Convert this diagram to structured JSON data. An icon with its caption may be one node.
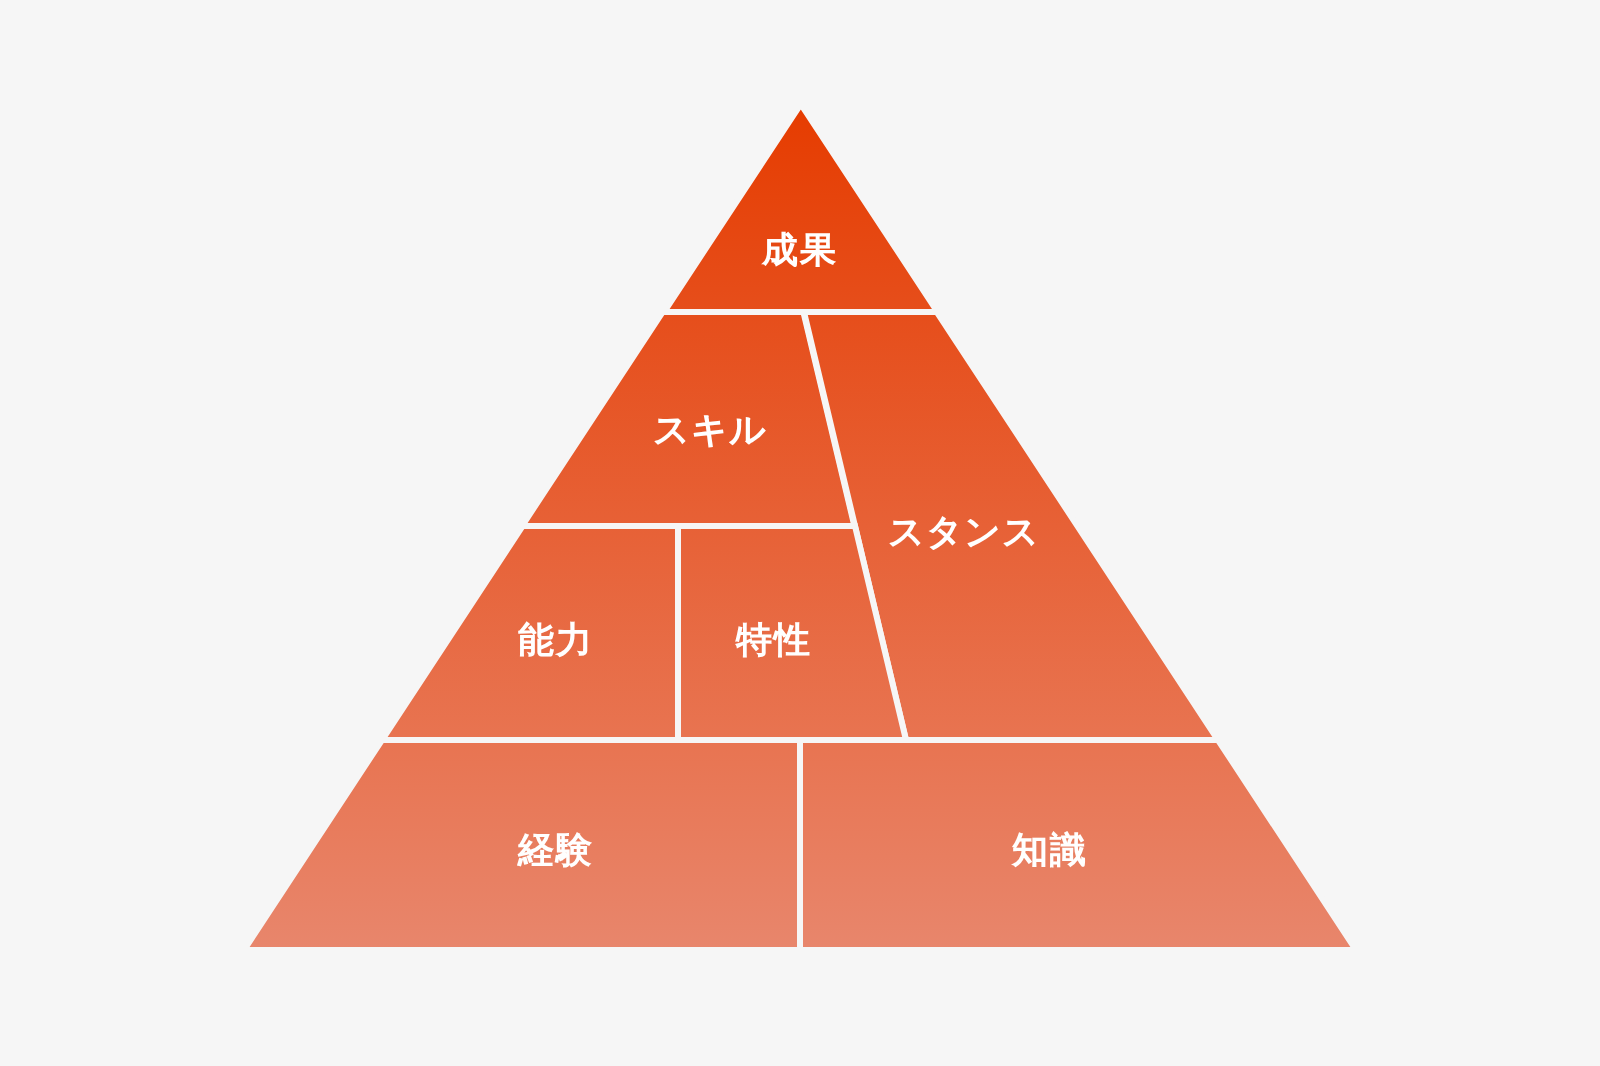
{
  "diagram": {
    "nodes": [
      {
        "text": [
          "成果"
        ]
      },
      {
        "text": [
          "スキル"
        ]
      },
      {
        "text": [
          "スタンス"
        ]
      },
      {
        "text": [
          "能力"
        ]
      },
      {
        "text": [
          "特性"
        ]
      },
      {
        "text": [
          "経験"
        ]
      },
      {
        "text": [
          "知識"
        ]
      }
    ]
  }
}
